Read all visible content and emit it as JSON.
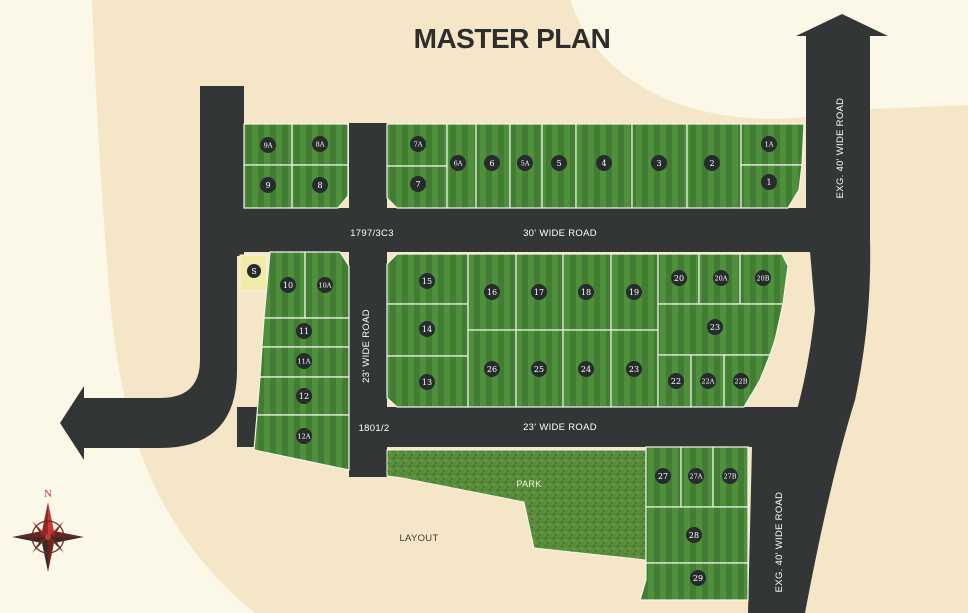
{
  "title": "MASTER PLAN",
  "roads": {
    "exg_40_right_top": "EXG. 40' WIDE ROAD",
    "exg_40_right_bottom": "EXG. 40' WIDE ROAD",
    "road_30": "30' WIDE ROAD",
    "road_23_vertical": "23' WIDE ROAD",
    "road_23_horizontal": "23' WIDE ROAD"
  },
  "labels": {
    "survey_top": "1797/3C3",
    "survey_bottom": "1801/2",
    "park": "PARK",
    "layout": "LAYOUT"
  },
  "compass": {
    "north": "N"
  },
  "plots": {
    "p9A": "9A",
    "p8A": "8A",
    "p9": "9",
    "p8": "8",
    "p7A": "7A",
    "p7": "7",
    "p6A": "6A",
    "p6": "6",
    "p5A": "5A",
    "p5": "5",
    "p4": "4",
    "p3": "3",
    "p2": "2",
    "p1A": "1A",
    "p1": "1",
    "pS": "S",
    "p10": "10",
    "p10A": "10A",
    "p11": "11",
    "p11A": "11A",
    "p12": "12",
    "p12A": "12A",
    "p15": "15",
    "p14": "14",
    "p13": "13",
    "p16": "16",
    "p17": "17",
    "p18": "18",
    "p19": "19",
    "p26": "26",
    "p25": "25",
    "p24": "24",
    "p23b": "23",
    "p20": "20",
    "p20A": "20A",
    "p20B": "20B",
    "p23": "23",
    "p22": "22",
    "p22A": "22A",
    "p22B": "22B",
    "p27": "27",
    "p27A": "27A",
    "p27B": "27B",
    "p28": "28",
    "p29": "29"
  },
  "colors": {
    "background": "#fbf8e8",
    "sand": "#f6e6c8",
    "road": "#333636",
    "plot_green": "#4b8a3a",
    "park_green": "#568a3a",
    "service_plot": "#f2ebaa",
    "badge": "#262b2b",
    "compass_red": "#c23a33"
  }
}
